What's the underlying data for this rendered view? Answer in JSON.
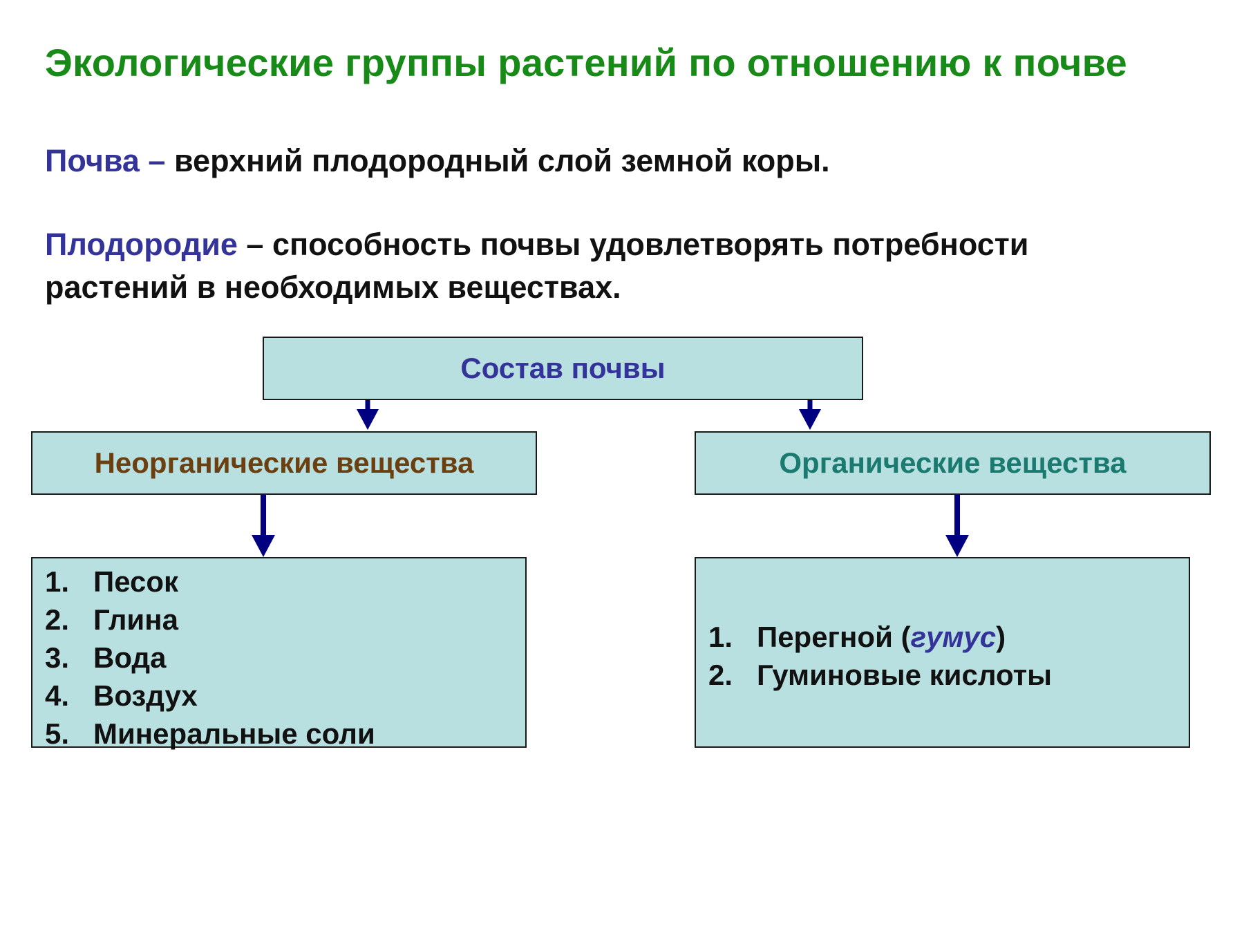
{
  "title": "Экологические группы растений по отношению к почве",
  "definitions": [
    {
      "term": "Почва –",
      "text": " верхний плодородный слой земной коры."
    },
    {
      "term": "Плодородие",
      "text": " – способность почвы удовлетворять потребности",
      "text2": "растений в необходимых веществах."
    }
  ],
  "diagram": {
    "root": "Состав почвы",
    "inorganic": {
      "label": "Неорганические вещества",
      "items": [
        {
          "num": "1.",
          "text": "Песок"
        },
        {
          "num": "2.",
          "text": "Глина"
        },
        {
          "num": "3.",
          "text": "Вода"
        },
        {
          "num": "4.",
          "text": "Воздух"
        },
        {
          "num": "5.",
          "text": "Минеральные соли"
        }
      ]
    },
    "organic": {
      "label": "Органические вещества",
      "items": [
        {
          "num": "1.",
          "text_before": "Перегной (",
          "highlight": "гумус",
          "text_after": ")"
        },
        {
          "num": "2.",
          "text": "Гуминовые кислоты"
        }
      ]
    }
  },
  "colors": {
    "title": "#178a17",
    "term": "#333399",
    "box_fill": "#b9e0e0",
    "arrow": "#000080",
    "inorganic_label": "#6b3f10",
    "organic_label": "#1a7a70"
  }
}
